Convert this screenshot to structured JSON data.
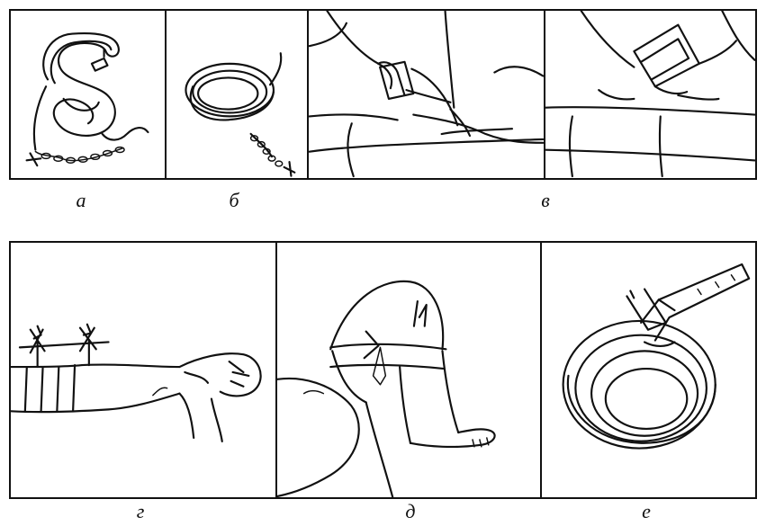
{
  "panels": [
    {
      "id": "a",
      "label": "а",
      "icon": "tourniquet-rubber-band-icon"
    },
    {
      "id": "b",
      "label": "б",
      "icon": "tourniquet-coiled-icon"
    },
    {
      "id": "v",
      "label": "в",
      "icon": "tourniquet-application-icon"
    },
    {
      "id": "g",
      "label": "г",
      "icon": "arm-tourniquet-twist-icon"
    },
    {
      "id": "d",
      "label": "д",
      "icon": "thigh-tourniquet-icon"
    },
    {
      "id": "e",
      "label": "е",
      "icon": "tourniquet-ratchet-icon"
    }
  ]
}
